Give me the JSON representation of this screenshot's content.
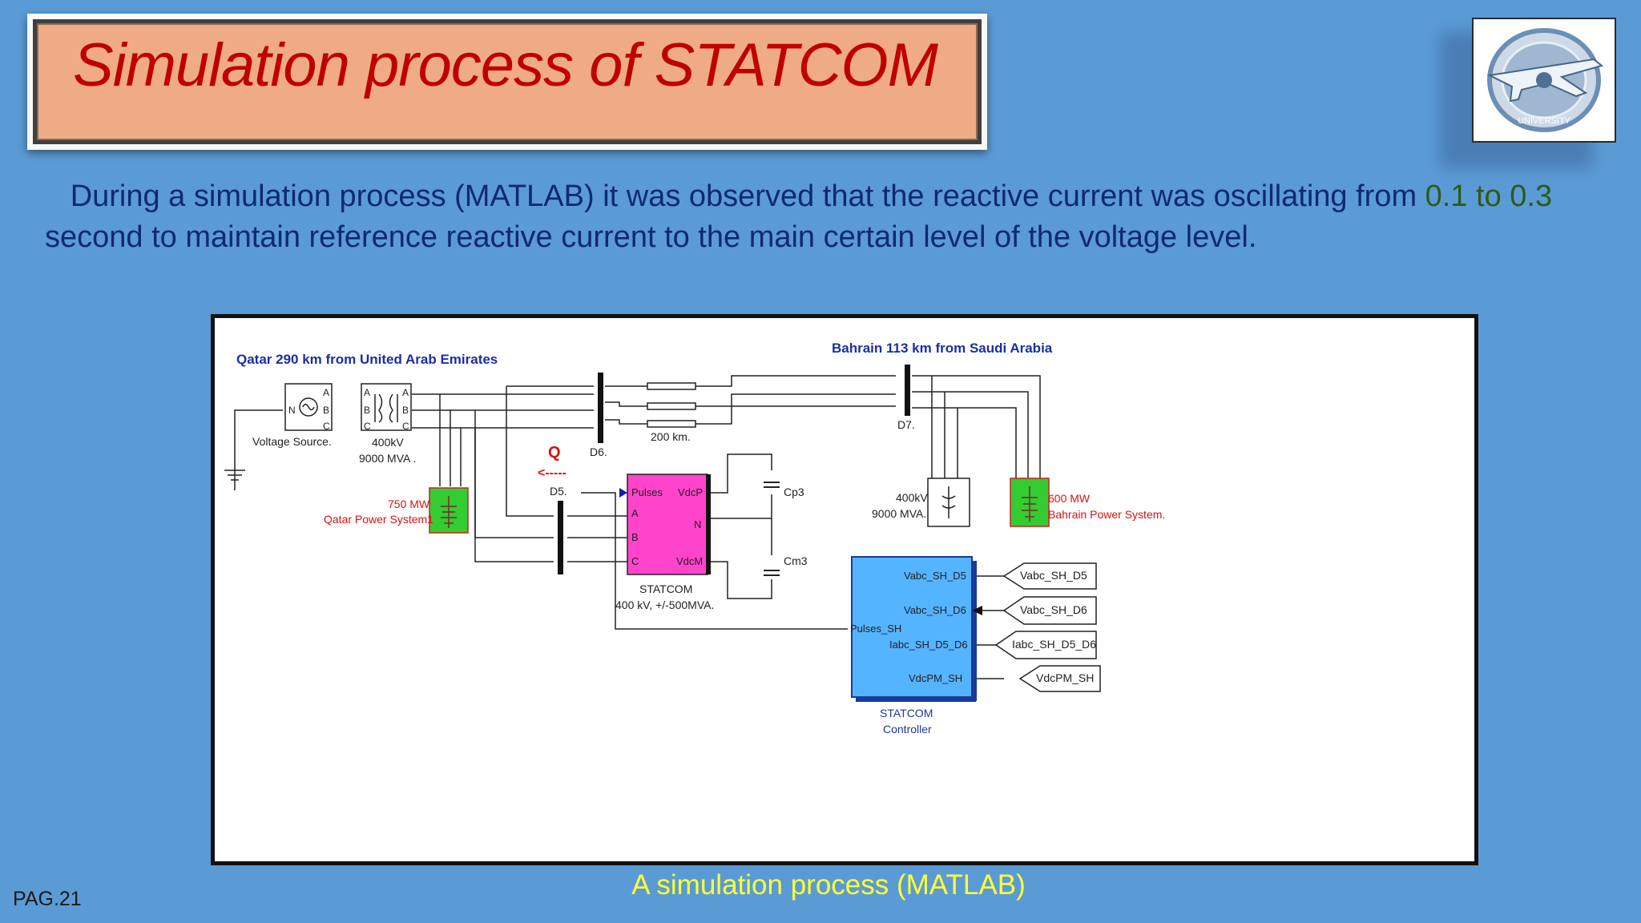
{
  "slide": {
    "title": "Simulation process of STATCOM",
    "paragraph": {
      "part1": "During a simulation process (MATLAB) it was observed that the reactive current was oscillating from ",
      "highlight": "0.1 to 0.3",
      "part2": "second to maintain reference reactive current to the main certain level of the voltage level."
    },
    "caption": "A simulation process (MATLAB)",
    "page_number": "PAG.21",
    "colors": {
      "background": "#5b9bd5",
      "title": "#c00000",
      "caption": "#ffff33",
      "highlight": "#2d5a1a"
    }
  },
  "logo": {
    "icon": "university-airplane-logo",
    "text": "UNIVERSITY"
  },
  "diagram": {
    "qatar_label": "Qatar 290 km from United Arab Emirates",
    "bahrain_label": "Bahrain 113 km from Saudi Arabia",
    "voltage_source": "Voltage Source.",
    "transformer_1": [
      "400kV",
      "9000 MVA ."
    ],
    "d6": "D6.",
    "d7": "D7.",
    "d5": "D5.",
    "line_length": "200 km.",
    "q_label": "Q",
    "qatar_load": [
      "750 MW",
      "Qatar Power System1"
    ],
    "bahrain_load": [
      "600 MW",
      "Bahrain Power System."
    ],
    "transformer_2": [
      "400kV",
      "9000 MVA."
    ],
    "statcom_ports": [
      "Pulses",
      "A",
      "B",
      "C",
      "VdcP",
      "N",
      "VdcM"
    ],
    "statcom_label": [
      "STATCOM",
      "400 kV, +/-500MVA."
    ],
    "cap_labels": [
      "Cp3",
      "Cm3"
    ],
    "controller_inputs": [
      "Vabc_SH_D5",
      "Vabc_SH_D6",
      "Iabc_SH_D5_D6",
      "VdcPM_SH"
    ],
    "controller_output": "Pulses_SH",
    "controller_label": [
      "STATCOM",
      "Controller"
    ],
    "goto_tags": [
      "Vabc_SH_D5",
      "Vabc_SH_D6",
      "Iabc_SH_D5_D6",
      "VdcPM_SH"
    ],
    "phase_labels": {
      "a": "A",
      "b": "B",
      "c": "C",
      "n": "N",
      "a_lower": "a",
      "b_lower": "b",
      "c_lower": "c"
    }
  }
}
